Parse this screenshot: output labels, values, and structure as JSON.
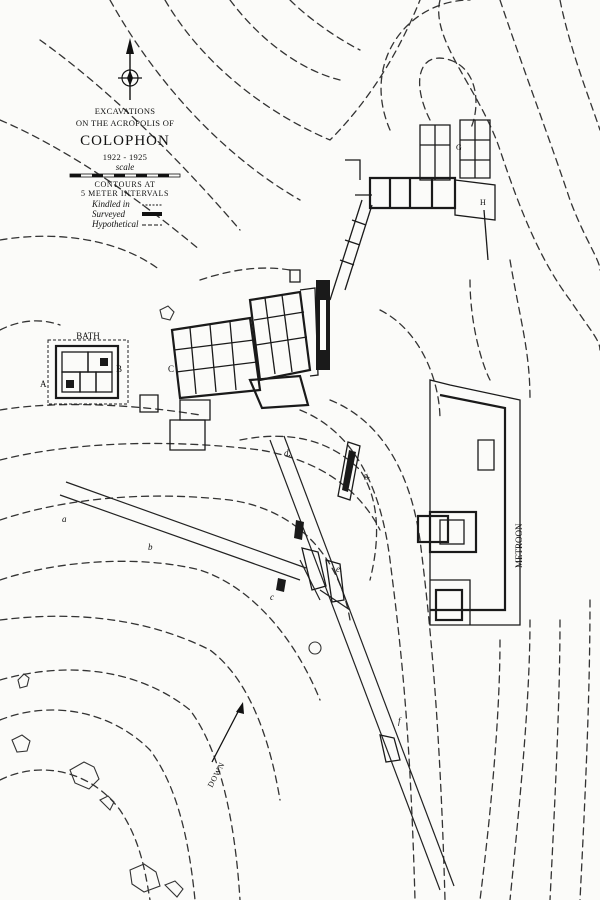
{
  "title_block": {
    "line1": "EXCAVATIONS",
    "line2": "ON THE ACROPOLIS OF",
    "site": "COLOPHON",
    "years": "1922 - 1925",
    "scale_label": "scale",
    "contours_line1": "CONTOURS AT",
    "contours_line2": "5 METER INTERVALS"
  },
  "legend": {
    "items": [
      {
        "label": "Kindled in"
      },
      {
        "label": "Surveyed"
      },
      {
        "label": "Hypothetical"
      }
    ]
  },
  "buildings": {
    "bath": "BATH",
    "metroon": "METROON"
  },
  "letters": {
    "A": "A",
    "B": "B",
    "C": "C",
    "a": "a",
    "b": "b",
    "c": "c",
    "d": "d.",
    "e": "e.",
    "f": "f",
    "g": "g.",
    "G": "G",
    "H": "H"
  },
  "down_arrow_label": "DOWN",
  "colors": {
    "ink": "#1a1a1a",
    "paper": "#fbfbf9"
  }
}
